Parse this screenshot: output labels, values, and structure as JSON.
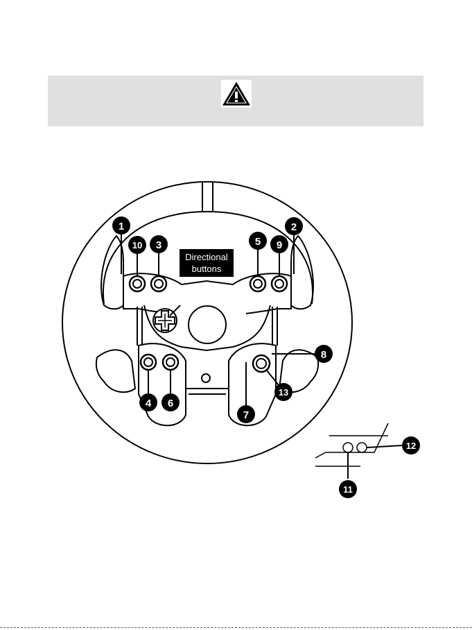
{
  "warning_icon": "warning-triangle-icon",
  "callouts": {
    "c1": "1",
    "c2": "2",
    "c3": "3",
    "c4": "4",
    "c5": "5",
    "c6": "6",
    "c7": "7",
    "c8": "8",
    "c9": "9",
    "c10": "10",
    "c11": "11",
    "c12": "12",
    "c13": "13"
  },
  "directional_label": {
    "line1": "Directional",
    "line2": "buttons"
  },
  "colors": {
    "banner": "#e0e0e0",
    "ink": "#000000",
    "paper": "#ffffff"
  }
}
